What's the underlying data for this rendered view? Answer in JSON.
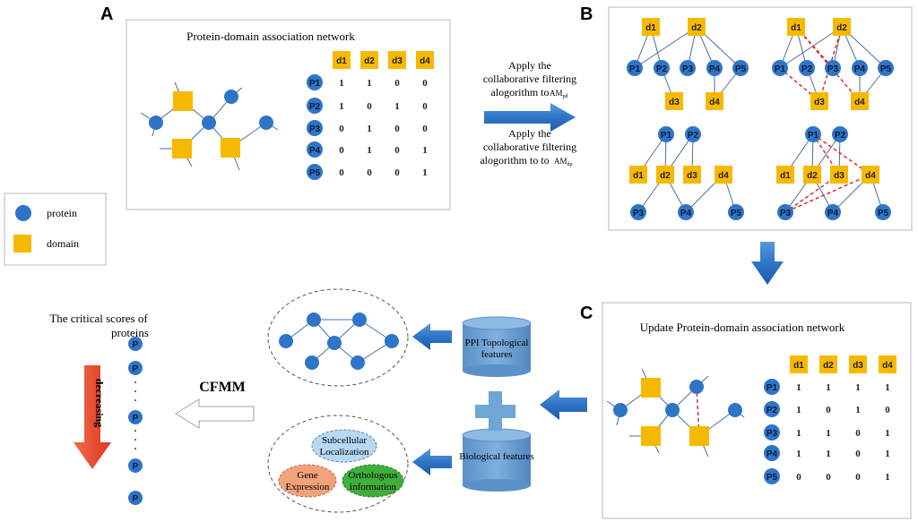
{
  "panel_letters": {
    "a": "A",
    "b": "B",
    "c": "C"
  },
  "panel_a": {
    "title": "Protein-domain association network",
    "matrix": {
      "cols": [
        "d1",
        "d2",
        "d3",
        "d4"
      ],
      "rows": [
        {
          "label": "P1",
          "values": [
            "1",
            "1",
            "0",
            "0"
          ]
        },
        {
          "label": "P2",
          "values": [
            "1",
            "0",
            "1",
            "0"
          ]
        },
        {
          "label": "P3",
          "values": [
            "0",
            "1",
            "0",
            "0"
          ]
        },
        {
          "label": "P4",
          "values": [
            "0",
            "1",
            "0",
            "1"
          ]
        },
        {
          "label": "P5",
          "values": [
            "0",
            "0",
            "0",
            "1"
          ]
        }
      ]
    }
  },
  "arrow_ab": {
    "top_lines": [
      "Apply the",
      "collaborative filtering",
      "alogorithm to"
    ],
    "top_var": "AM",
    "top_sub": "pd",
    "bottom_lines": [
      "Apply the",
      "collaborative filtering",
      "alogorithm to  to"
    ],
    "bottom_var": "AM",
    "bottom_sub": "dp"
  },
  "panel_b": {
    "proteins": [
      "P1",
      "P2",
      "P3",
      "P4",
      "P5"
    ],
    "domains": [
      "d1",
      "d2",
      "d3",
      "d4"
    ]
  },
  "legend": {
    "protein": "protein",
    "domain": "domain"
  },
  "panel_c": {
    "title": "Update Protein-domain  association network",
    "matrix": {
      "cols": [
        "d1",
        "d2",
        "d3",
        "d4"
      ],
      "rows": [
        {
          "label": "P1",
          "values": [
            "1",
            "1",
            "1",
            "1"
          ]
        },
        {
          "label": "P2",
          "values": [
            "1",
            "0",
            "1",
            "0"
          ]
        },
        {
          "label": "P3",
          "values": [
            "1",
            "1",
            "0",
            "1"
          ]
        },
        {
          "label": "P4",
          "values": [
            "1",
            "1",
            "0",
            "1"
          ]
        },
        {
          "label": "P5",
          "values": [
            "0",
            "0",
            "0",
            "1"
          ]
        }
      ]
    }
  },
  "features": {
    "ppi": [
      "PPI Topological",
      "features"
    ],
    "bio": "Biological features",
    "subcellular": [
      "Subcellular",
      "Localization"
    ],
    "gene": [
      "Gene",
      "Expression"
    ],
    "orthologous": [
      "Orthologous",
      "information"
    ]
  },
  "cfmm": "CFMM",
  "scores": {
    "title_lines": [
      "The critical scores of",
      "proteins"
    ],
    "node_label": "P",
    "dots": ".",
    "decreasing": "decreasing"
  },
  "colors": {
    "protein": "#2e75c8",
    "domain": "#f7b900",
    "edge": "#4a6f98",
    "dashed": "#d62020",
    "arrow": "#2e75c8",
    "red_arrow": "#ee4a2c",
    "cylinder": "#6a9fd0",
    "subcellular": "#b7d8f2",
    "gene": "#f2a27a",
    "orthologous": "#3fae3a"
  }
}
